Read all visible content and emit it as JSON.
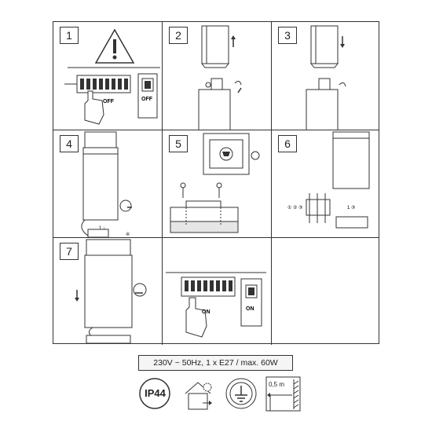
{
  "steps": [
    {
      "number": "1",
      "label_off": "OFF",
      "label_off_switch": "OFF"
    },
    {
      "number": "2"
    },
    {
      "number": "3"
    },
    {
      "number": "4"
    },
    {
      "number": "5"
    },
    {
      "number": "6"
    },
    {
      "number": "7",
      "label_on": "ON",
      "label_on_switch": "ON"
    }
  ],
  "spec": "230V ~ 50Hz, 1 x E27 / max. 60W",
  "symbols": {
    "ip_rating": "IP44",
    "distance": "0,5 m"
  },
  "colors": {
    "line": "#333333",
    "fill": "#ffffff",
    "shade": "#e6e6e6"
  }
}
